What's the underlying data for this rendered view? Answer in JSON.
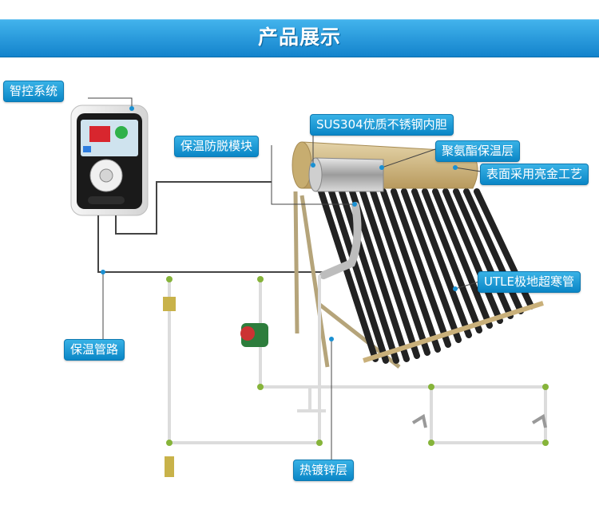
{
  "header": {
    "title": "产品展示"
  },
  "labels": {
    "smart_control": "智控系统",
    "sus304_tank": "SUS304优质不锈钢内胆",
    "anti_drop_module": "保温防脱模块",
    "pu_insulation": "聚氨酯保温层",
    "surface_process": "表面采用亮金工艺",
    "utle_tube": "UTLE极地超寒管",
    "insulated_pipe": "保温管路",
    "galvanized_layer": "热镀锌层"
  },
  "colors": {
    "accent": "#1a90d2",
    "gold": "#c9b07a",
    "tube": "#2a2a2a"
  }
}
